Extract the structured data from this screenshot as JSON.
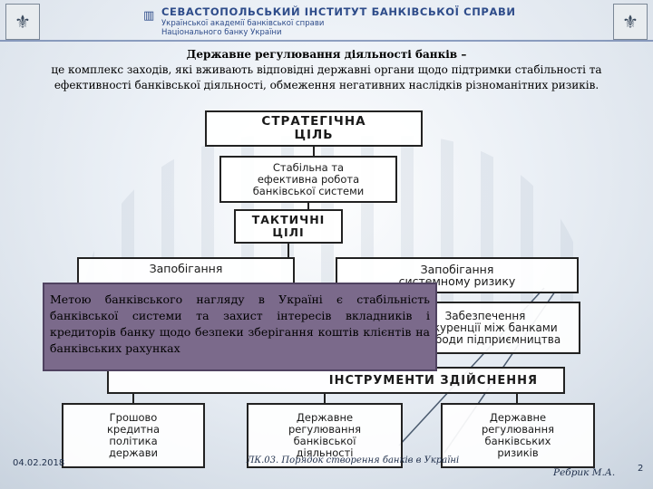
{
  "header": {
    "institute_title": "СЕВАСТОПОЛЬСЬКИЙ ІНСТИТУТ БАНКІВСЬКОЇ СПРАВИ",
    "institute_sub1": "Української академії банківської справи",
    "institute_sub2": "Національного банку України"
  },
  "definition": {
    "term": "Державне регулювання діяльності банків –",
    "text": "це комплекс заходів, які вживають відповідні державні органи щодо підтримки стабільності та ефективності банківської діяльності, обмеження негативних наслідків різноманітних ризиків."
  },
  "diagram": {
    "strategic_line1": "СТРАТЕГІЧНА",
    "strategic_line2": "ЦІЛЬ",
    "stable_line1": "Стабільна та",
    "stable_line2": "ефективна робота",
    "stable_line3": "банківської системи",
    "tactical_line1": "ТАКТИЧНІ",
    "tactical_line2": "ЦІЛІ",
    "prevent1": "Запобігання",
    "prevent2_line1": "Запобігання",
    "prevent2_line2": "системному ризику",
    "provide_line1": "Забезпечення",
    "provide_line2": "конкуренції між банками",
    "provide_line3": "і свободи підприємництва",
    "instruments": "ІНСТРУМЕНТИ ЗДІЙСНЕННЯ",
    "monetary_line1": "Грошово",
    "monetary_line2": "кредитна",
    "monetary_line3": "політика",
    "monetary_line4": "держави",
    "reg_system_line1": "Державне",
    "reg_system_line2": "регулювання",
    "reg_system_line3": "банківської",
    "reg_system_line4": "діяльності",
    "reg_risk_line1": "Державне",
    "reg_risk_line2": "регулювання",
    "reg_risk_line3": "банківських",
    "reg_risk_line4": "ризиків"
  },
  "note": {
    "text": "Метою банківського нагляду в Україні є стабільність банківської системи та захист інтересів вкладників і кредиторів банку щодо безпеки зберігання коштів клієнтів на банківських рахунках"
  },
  "footer": {
    "date": "04.02.2018",
    "course": "ЛК.03. Порядок створення банків в Україні",
    "author": "Ребрик М.А.",
    "page": "2"
  }
}
